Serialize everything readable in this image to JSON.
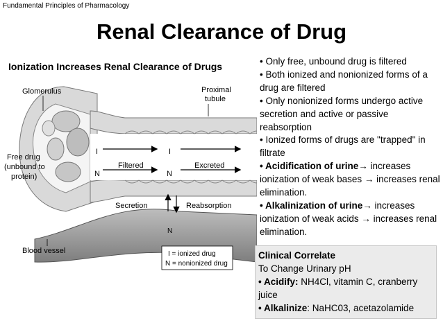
{
  "header": {
    "small_title": "Fundamental Principles of Pharmacology",
    "title": "Renal Clearance of Drug",
    "subtitle": "Ionization Increases  Renal Clearance of Drugs"
  },
  "diagram": {
    "labels": {
      "glomerulus": "Glomerulus",
      "proximal": "Proximal",
      "tubule": "tubule",
      "free_drug": "Free drug",
      "unbound": "(unbound to",
      "protein": "protein)",
      "I_left": "I",
      "N_left": "N",
      "filtered": "Filtered",
      "I_mid": "I",
      "N_mid": "N",
      "excreted": "Excreted",
      "secretion": "Secretion",
      "reabsorption": "Reabsorption",
      "blood_vessel": "Blood vessel",
      "N_vessel": "N",
      "legend_I": "I = ionized drug",
      "legend_N": "N = nonionized drug"
    }
  },
  "bullets": [
    {
      "text": "• Only free, unbound drug is filtered"
    },
    {
      "text": "• Both ionized and nonionized forms of a drug are filtered"
    },
    {
      "text": "• Only nonionized forms undergo active secretion and active or passive reabsorption"
    },
    {
      "text": "• Ionized forms of drugs are \"trapped\" in filtrate"
    },
    {
      "bold": "• Acidification of urine",
      "rest": "→ increases ionization of weak bases → increases renal elimination."
    },
    {
      "bold": "• Alkalinization of urine",
      "rest": "→ increases ionization of weak acids → increases renal elimination."
    }
  ],
  "clinical": {
    "title": "Clinical Correlate",
    "line2": "To Change Urinary pH",
    "acidify_bold": "• Acidify:",
    "acidify_rest": " NH4Cl, vitamin C, cranberry juice",
    "alkalinize_bold": "• Alkalinize",
    "alkalinize_rest": ": NaHC03, acetazolamide"
  }
}
